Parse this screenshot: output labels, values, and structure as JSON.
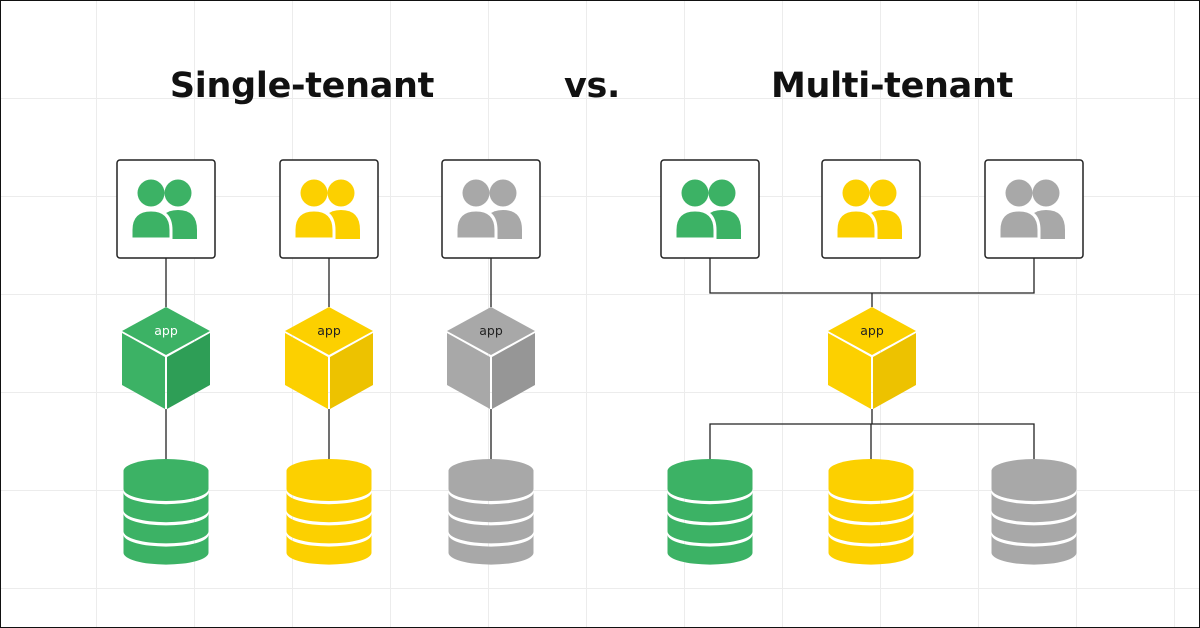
{
  "headings": {
    "single": "Single-tenant",
    "versus": "vs.",
    "multi": "Multi-tenant"
  },
  "app_label": "app",
  "colors": {
    "green": {
      "main": "#3cb265",
      "dark": "#2e9e56",
      "label": "#ffffff"
    },
    "yellow": {
      "main": "#fcd000",
      "dark": "#edc200",
      "label": "#222222"
    },
    "gray": {
      "main": "#a8a8a8",
      "dark": "#969696",
      "label": "#222222"
    }
  },
  "single_tenant": {
    "stacks": [
      {
        "color": "green",
        "icon": "users-icon",
        "app": "app-cube-icon",
        "db": "database-icon"
      },
      {
        "color": "yellow",
        "icon": "users-icon",
        "app": "app-cube-icon",
        "db": "database-icon"
      },
      {
        "color": "gray",
        "icon": "users-icon",
        "app": "app-cube-icon",
        "db": "database-icon"
      }
    ]
  },
  "multi_tenant": {
    "tenants": [
      "green",
      "yellow",
      "gray"
    ],
    "shared_app_color": "yellow",
    "databases": [
      "green",
      "yellow",
      "gray"
    ]
  }
}
